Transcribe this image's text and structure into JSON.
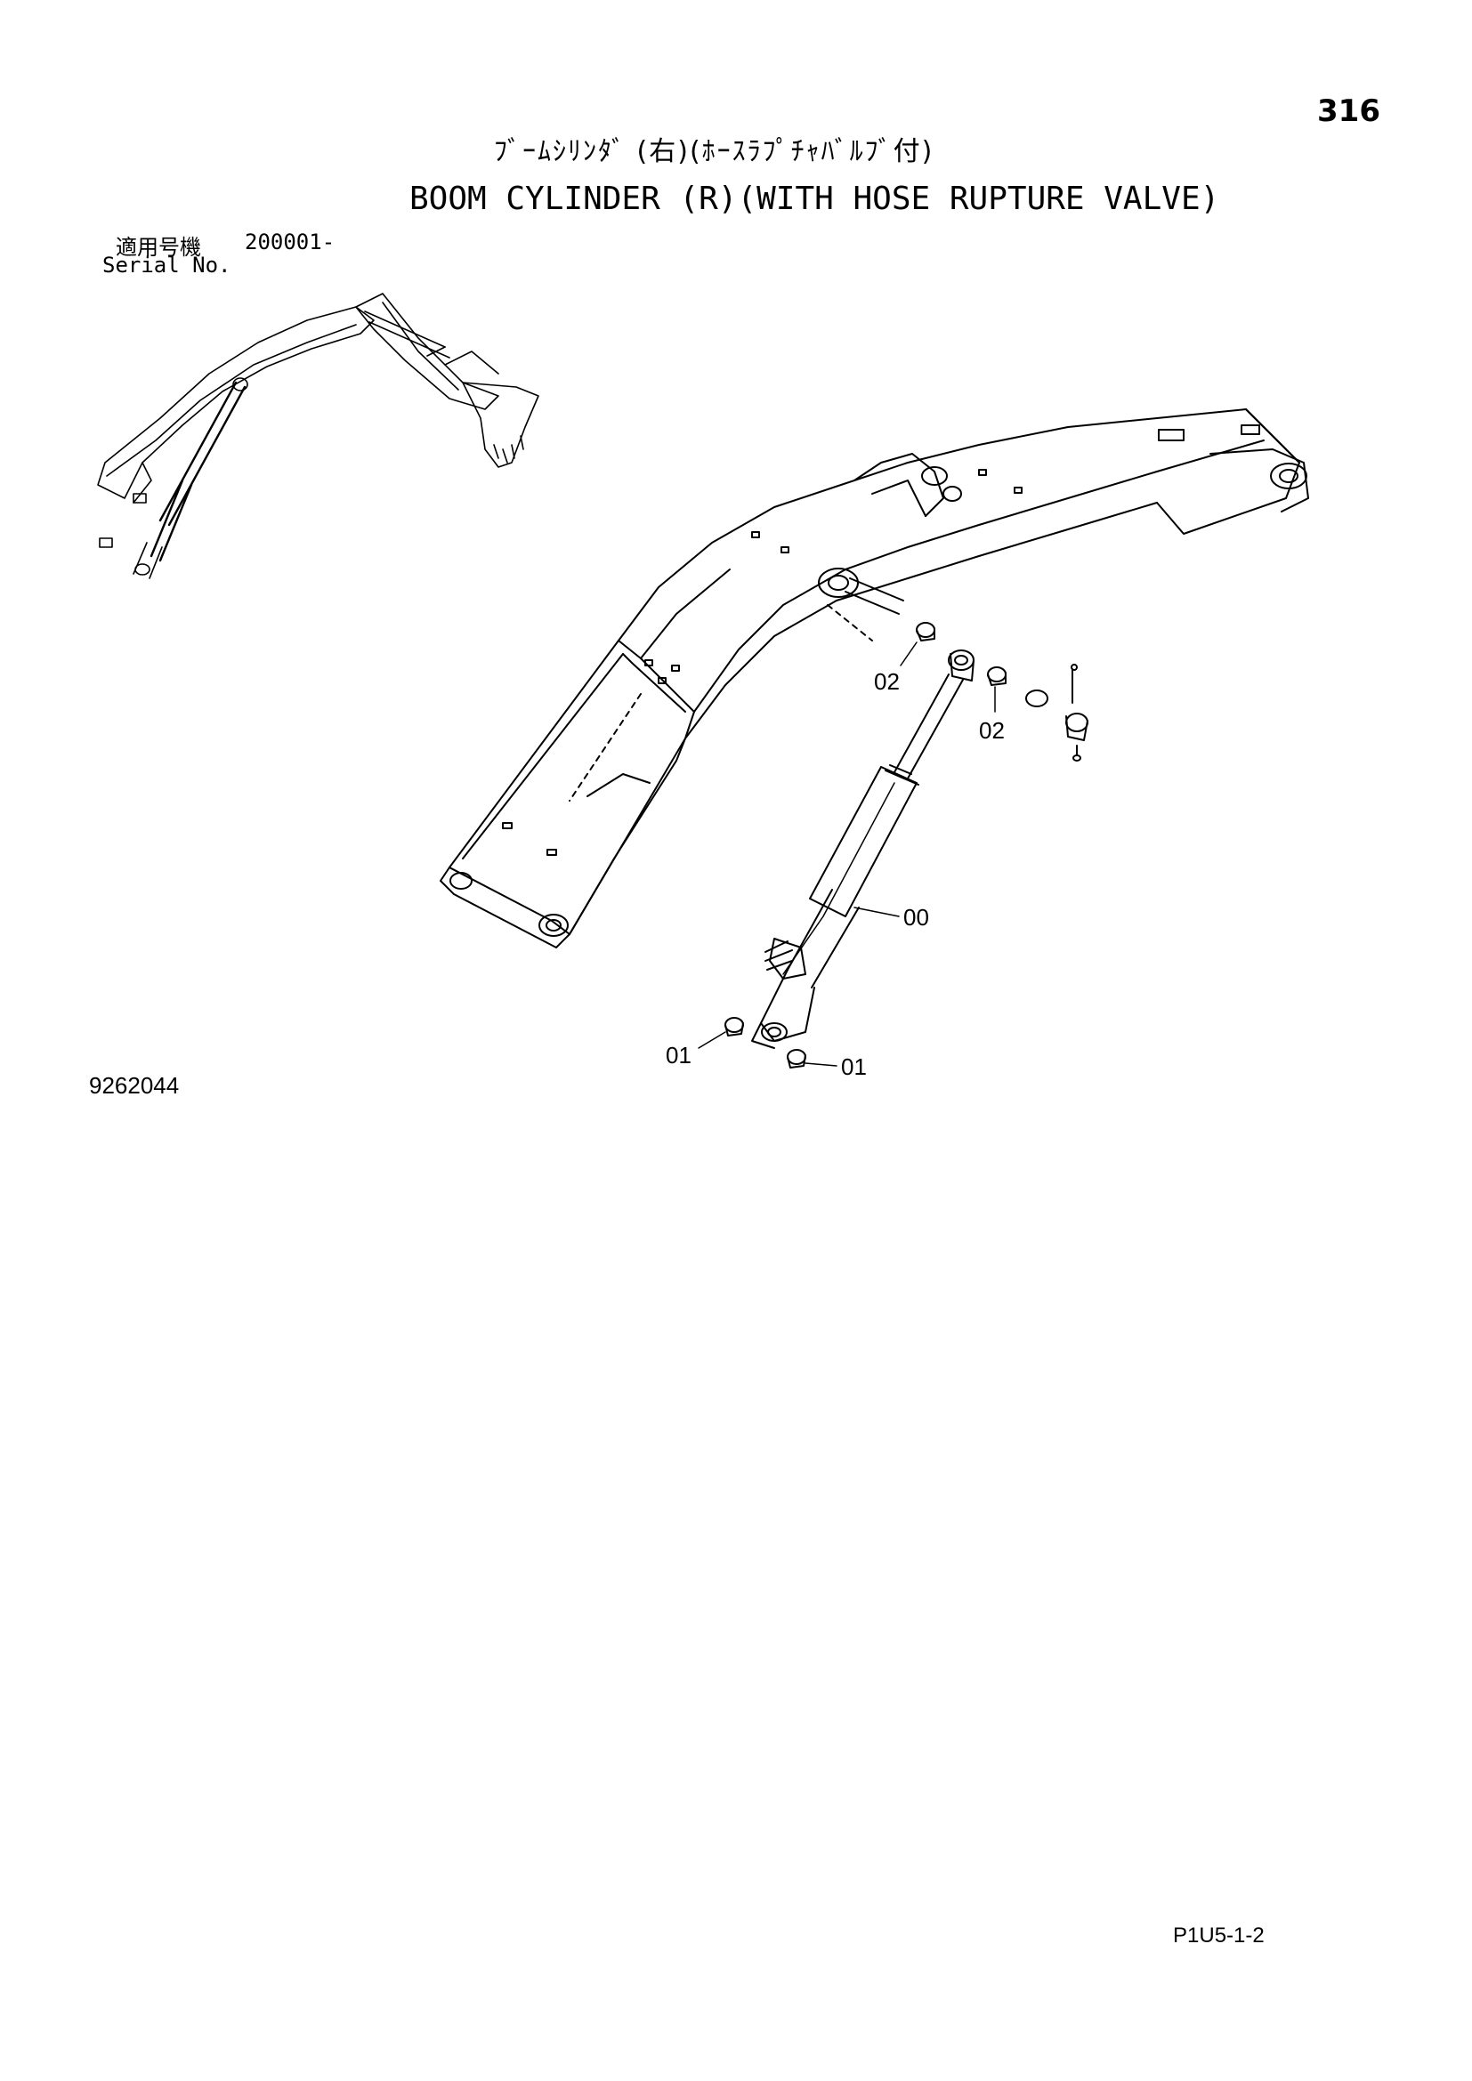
{
  "page": {
    "number": "316",
    "title_jp": "ﾌﾞｰﾑｼﾘﾝﾀﾞ (右)(ﾎｰｽﾗﾌﾟﾁｬﾊﾞﾙﾌﾞ付)",
    "title_en": "BOOM CYLINDER (R)(WITH HOSE RUPTURE VALVE)",
    "serial_label_jp": "適用号機",
    "serial_value": "200001-",
    "serial_label_en": "Serial No.",
    "drawing_number": "9262044",
    "page_code": "P1U5-1-2"
  },
  "callouts": [
    "02",
    "02",
    "00",
    "01",
    "01"
  ]
}
